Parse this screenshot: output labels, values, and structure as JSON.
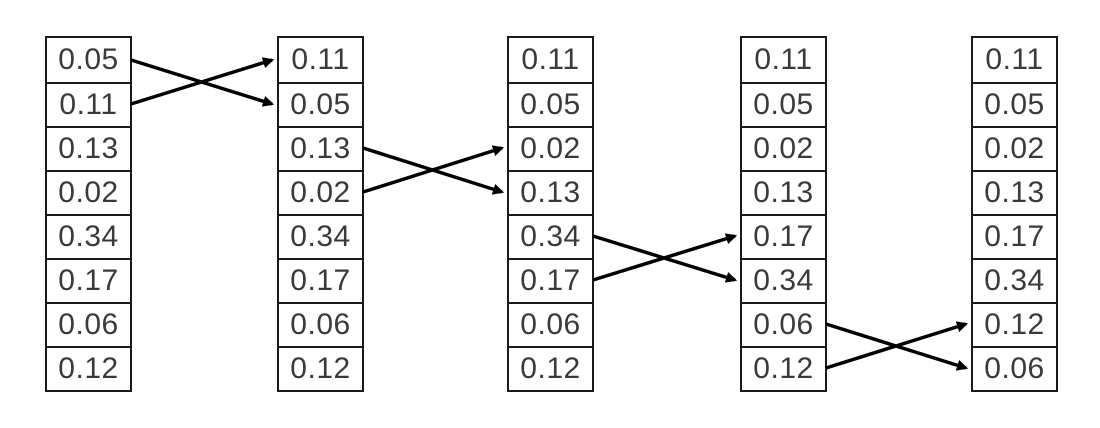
{
  "diagram": {
    "kind": "bubble-sort-pass",
    "columns": [
      {
        "values": [
          "0.05",
          "0.11",
          "0.13",
          "0.02",
          "0.34",
          "0.17",
          "0.06",
          "0.12"
        ]
      },
      {
        "values": [
          "0.11",
          "0.05",
          "0.13",
          "0.02",
          "0.34",
          "0.17",
          "0.06",
          "0.12"
        ]
      },
      {
        "values": [
          "0.11",
          "0.05",
          "0.02",
          "0.13",
          "0.34",
          "0.17",
          "0.06",
          "0.12"
        ]
      },
      {
        "values": [
          "0.11",
          "0.05",
          "0.02",
          "0.13",
          "0.17",
          "0.34",
          "0.06",
          "0.12"
        ]
      },
      {
        "values": [
          "0.11",
          "0.05",
          "0.02",
          "0.13",
          "0.17",
          "0.34",
          "0.12",
          "0.06"
        ]
      }
    ],
    "swaps": [
      {
        "from_column": 0,
        "rows": [
          0,
          1
        ]
      },
      {
        "from_column": 1,
        "rows": [
          2,
          3
        ]
      },
      {
        "from_column": 2,
        "rows": [
          4,
          5
        ]
      },
      {
        "from_column": 3,
        "rows": [
          6,
          7
        ]
      }
    ],
    "colors": {
      "background": "#ffffff",
      "border": "#1a1a1a",
      "text": "#3a3a3a",
      "arrow": "#000000"
    }
  }
}
